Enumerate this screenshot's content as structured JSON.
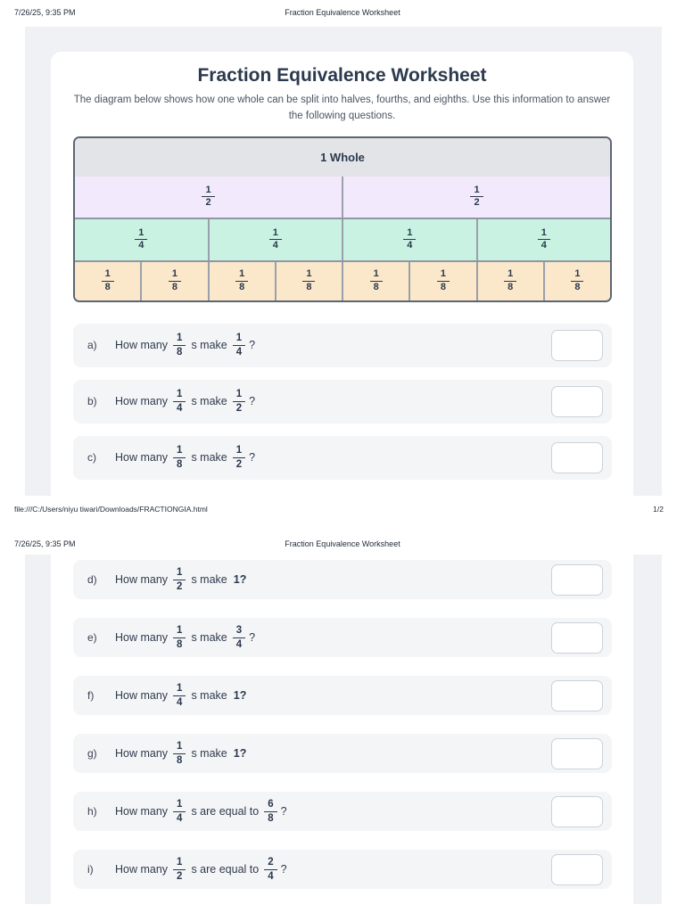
{
  "chrome": {
    "header_left": "7/26/25, 9:35 PM",
    "header_center": "Fraction Equivalence Worksheet",
    "footer_left": "file:///C:/Users/niyu tiwari/Downloads/FRACTIONGIA.html",
    "footer_right": "1/2"
  },
  "worksheet": {
    "title": "Fraction Equivalence Worksheet",
    "subtitle": "The diagram below shows how one whole can be split into halves, fourths, and eighths. Use this information to answer the following questions.",
    "colors": {
      "whole_fill": "#e3e4e8",
      "halves_fill": "#f3e9fc",
      "fourths_fill": "#caf2e2",
      "eighths_fill": "#fbe7ca",
      "diagram_border": "#5c6672",
      "question_row_bg": "#f4f5f7",
      "heading_text": "#2b3a4e"
    },
    "diagram": {
      "whole_label": "1 Whole",
      "rows": [
        {
          "label": "halves",
          "count": 2,
          "numerator": "1",
          "denominator": "2",
          "fill": "#f3e9fc"
        },
        {
          "label": "fourths",
          "count": 4,
          "numerator": "1",
          "denominator": "4",
          "fill": "#caf2e2"
        },
        {
          "label": "eighths",
          "count": 8,
          "numerator": "1",
          "denominator": "8",
          "fill": "#fbe7ca"
        }
      ]
    },
    "questions": [
      {
        "page": 1,
        "letter": "a)",
        "lead": "How many",
        "frac1": {
          "n": "1",
          "d": "8"
        },
        "connector": "s make",
        "frac2": {
          "n": "1",
          "d": "4"
        },
        "whole": null,
        "tail": "?",
        "answer": ""
      },
      {
        "page": 1,
        "letter": "b)",
        "lead": "How many",
        "frac1": {
          "n": "1",
          "d": "4"
        },
        "connector": "s make",
        "frac2": {
          "n": "1",
          "d": "2"
        },
        "whole": null,
        "tail": "?",
        "answer": ""
      },
      {
        "page": 1,
        "letter": "c)",
        "lead": "How many",
        "frac1": {
          "n": "1",
          "d": "8"
        },
        "connector": "s make",
        "frac2": {
          "n": "1",
          "d": "2"
        },
        "whole": null,
        "tail": "?",
        "answer": ""
      },
      {
        "page": 2,
        "letter": "d)",
        "lead": "How many",
        "frac1": {
          "n": "1",
          "d": "2"
        },
        "connector": "s make",
        "frac2": null,
        "whole": "1",
        "tail": "?",
        "answer": ""
      },
      {
        "page": 2,
        "letter": "e)",
        "lead": "How many",
        "frac1": {
          "n": "1",
          "d": "8"
        },
        "connector": "s make",
        "frac2": {
          "n": "3",
          "d": "4"
        },
        "whole": null,
        "tail": "?",
        "answer": ""
      },
      {
        "page": 2,
        "letter": "f)",
        "lead": "How many",
        "frac1": {
          "n": "1",
          "d": "4"
        },
        "connector": "s make",
        "frac2": null,
        "whole": "1",
        "tail": "?",
        "answer": ""
      },
      {
        "page": 2,
        "letter": "g)",
        "lead": "How many",
        "frac1": {
          "n": "1",
          "d": "8"
        },
        "connector": "s make",
        "frac2": null,
        "whole": "1",
        "tail": "?",
        "answer": ""
      },
      {
        "page": 2,
        "letter": "h)",
        "lead": "How many",
        "frac1": {
          "n": "1",
          "d": "4"
        },
        "connector": "s are equal to",
        "frac2": {
          "n": "6",
          "d": "8"
        },
        "whole": null,
        "tail": "?",
        "answer": ""
      },
      {
        "page": 2,
        "letter": "i)",
        "lead": "How many",
        "frac1": {
          "n": "1",
          "d": "2"
        },
        "connector": "s are equal to",
        "frac2": {
          "n": "2",
          "d": "4"
        },
        "whole": null,
        "tail": "?",
        "answer": ""
      }
    ]
  }
}
